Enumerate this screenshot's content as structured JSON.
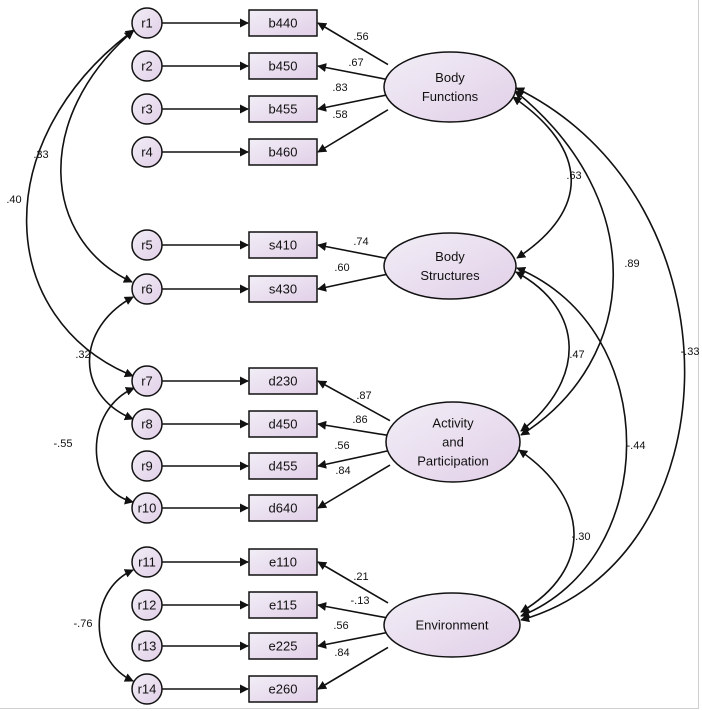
{
  "colors": {
    "node_fill_start": "#f1eef6",
    "node_fill_end": "#e2cfe8",
    "stroke": "#111111"
  },
  "diagram": {
    "errors": [
      "r1",
      "r2",
      "r3",
      "r4",
      "r5",
      "r6",
      "r7",
      "r8",
      "r9",
      "r10",
      "r11",
      "r12",
      "r13",
      "r14"
    ],
    "indicators": [
      "b440",
      "b450",
      "b455",
      "b460",
      "s410",
      "s430",
      "d230",
      "d450",
      "d455",
      "d640",
      "e110",
      "e115",
      "e225",
      "e260"
    ],
    "latents": [
      {
        "id": "body-functions",
        "lines": [
          "Body",
          "Functions"
        ]
      },
      {
        "id": "body-structures",
        "lines": [
          "Body",
          "Structures"
        ]
      },
      {
        "id": "activity-participation",
        "lines": [
          "Activity",
          "and",
          "Participation"
        ]
      },
      {
        "id": "environment",
        "lines": [
          "Environment"
        ]
      }
    ],
    "loadings": {
      "body-functions": [
        ".56",
        ".67",
        ".83",
        ".58"
      ],
      "body-structures": [
        ".74",
        ".60"
      ],
      "activity-participation": [
        ".87",
        ".86",
        ".56",
        ".84"
      ],
      "environment": [
        ".21",
        "-.13",
        ".56",
        ".84"
      ]
    },
    "error_covariances": [
      {
        "from": "r1",
        "to": "r6",
        "value": ".33"
      },
      {
        "from": "r1",
        "to": "r7",
        "value": ".40"
      },
      {
        "from": "r6",
        "to": "r8",
        "value": ".32"
      },
      {
        "from": "r7",
        "to": "r10",
        "value": "-.55"
      },
      {
        "from": "r11",
        "to": "r14",
        "value": "-.76"
      }
    ],
    "latent_covariances": [
      {
        "from": "body-functions",
        "to": "body-structures",
        "value": ".63"
      },
      {
        "from": "body-functions",
        "to": "activity-participation",
        "value": ".89"
      },
      {
        "from": "body-functions",
        "to": "environment",
        "value": "-.33"
      },
      {
        "from": "body-structures",
        "to": "activity-participation",
        "value": ".47"
      },
      {
        "from": "body-structures",
        "to": "environment",
        "value": "-.44"
      },
      {
        "from": "activity-participation",
        "to": "environment",
        "value": "-.30"
      }
    ]
  }
}
